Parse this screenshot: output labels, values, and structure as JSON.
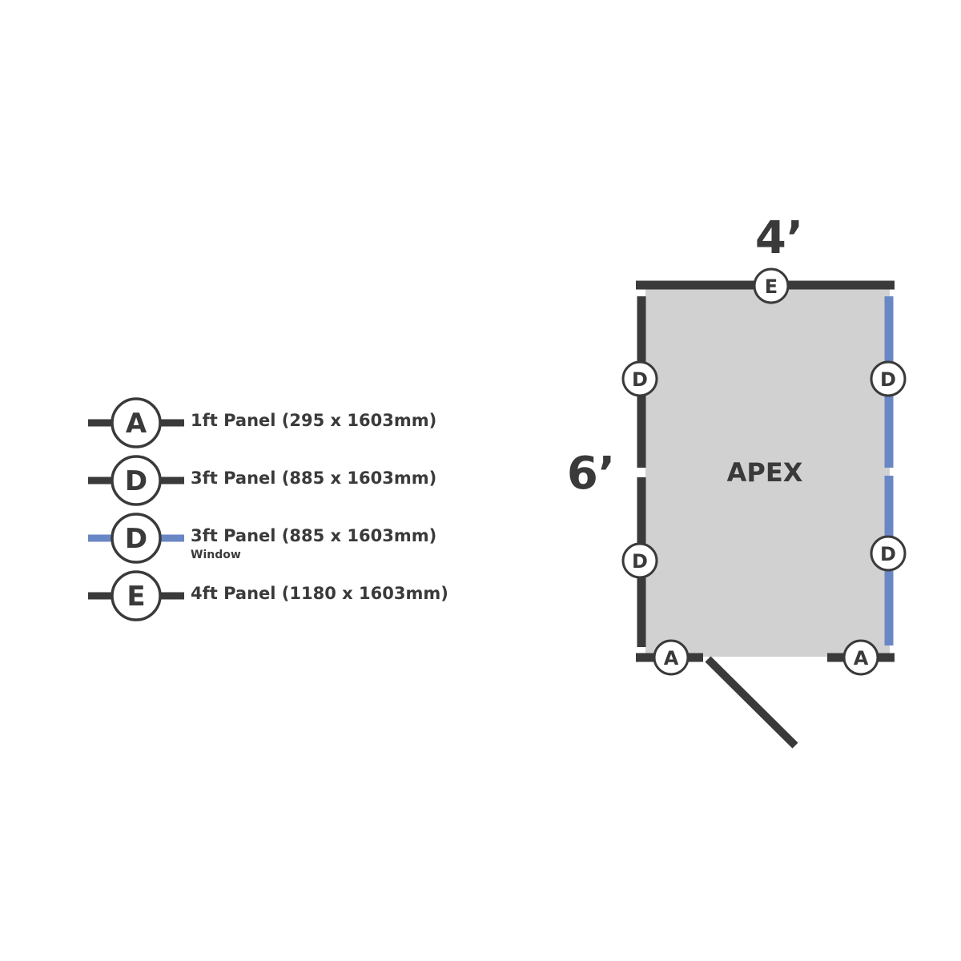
{
  "colors": {
    "panel": "#3a3a3a",
    "window_panel": "#6a87c5",
    "floor": "#d1d1d1",
    "background": "#ffffff"
  },
  "legend": [
    {
      "code": "A",
      "label": "1ft Panel (295 x 1603mm)",
      "sublabel": "",
      "type": "solid"
    },
    {
      "code": "D",
      "label": "3ft Panel (885 x 1603mm)",
      "sublabel": "",
      "type": "solid"
    },
    {
      "code": "D",
      "label": "3ft Panel (885 x 1603mm)",
      "sublabel": "Window",
      "type": "window"
    },
    {
      "code": "E",
      "label": "4ft Panel (1180 x 1603mm)",
      "sublabel": "",
      "type": "solid"
    }
  ],
  "floorplan": {
    "width_label": "4’",
    "depth_label": "6’",
    "room_label": "APEX",
    "walls": {
      "back": [
        "E"
      ],
      "left": [
        "D",
        "D"
      ],
      "right": [
        "D",
        "D"
      ],
      "front_left": "A",
      "front_right": "A"
    },
    "window_wall": "right",
    "door": "open"
  }
}
